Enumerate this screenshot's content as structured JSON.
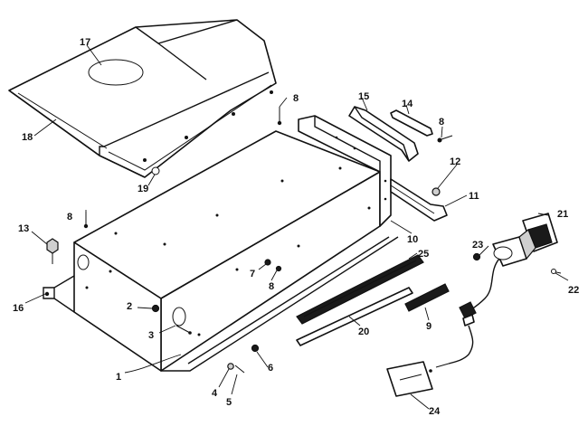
{
  "callouts": {
    "c1": "1",
    "c2": "2",
    "c3": "3",
    "c4": "4",
    "c5": "5",
    "c6": "6",
    "c7": "7",
    "c8a": "8",
    "c8b": "8",
    "c8c": "8",
    "c8d": "8",
    "c9": "9",
    "c10": "10",
    "c11": "11",
    "c12": "12",
    "c13": "13",
    "c14": "14",
    "c15": "15",
    "c16": "16",
    "c17": "17",
    "c18": "18",
    "c19": "19",
    "c20": "20",
    "c21": "21",
    "c22": "22",
    "c23": "23",
    "c24": "24",
    "c25": "25"
  },
  "colors": {
    "ink": "#111111",
    "paper": "#ffffff"
  }
}
